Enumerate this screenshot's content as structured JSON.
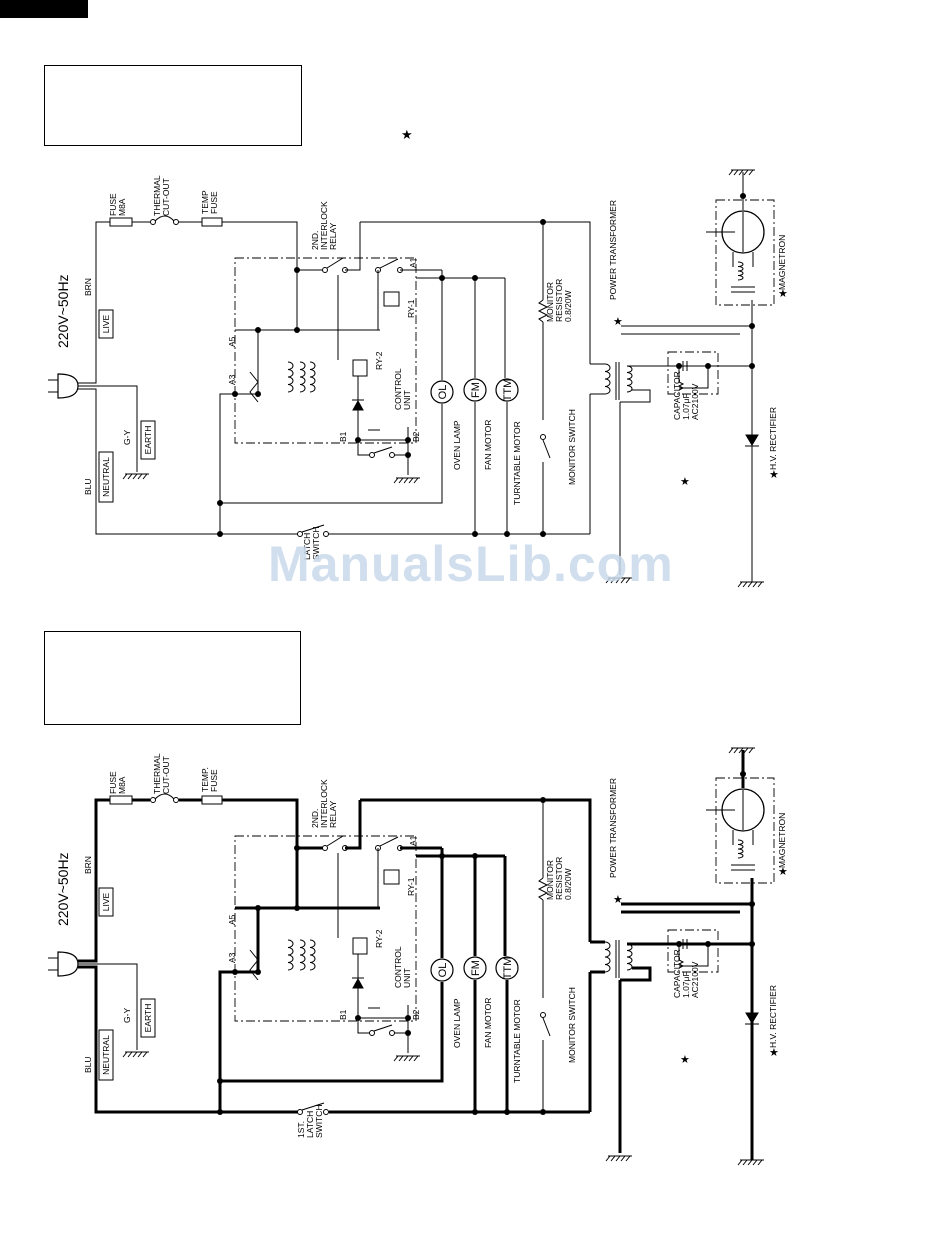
{
  "page": {
    "star": "★",
    "watermark": "ManualsLib.com"
  },
  "labels": {
    "supply": "220V~50Hz",
    "brn": "BRN",
    "blu": "BLU",
    "gy": "G-Y",
    "live": "LIVE",
    "neutral": "NEUTRAL",
    "earth": "EARTH",
    "fuse": [
      "FUSE",
      "M8A"
    ],
    "thermal": [
      "THERMAL",
      "CUT-OUT"
    ],
    "temp_fuse_top": [
      "TEMP",
      "FUSE"
    ],
    "temp_fuse_bottom": [
      "TEMP.",
      "FUSE"
    ],
    "interlock": [
      "2ND.",
      "INTERLOCK",
      "RELAY"
    ],
    "a1": "A1",
    "a3": "A3",
    "a5": "A5",
    "b1": "B1",
    "b2": "B2",
    "ry1": "RY-1",
    "ry2": "RY-2",
    "control_unit": [
      "CONTROL",
      "UNIT"
    ],
    "ol": "OL",
    "fm": "FM",
    "ttm": "TTM",
    "oven_lamp": "OVEN LAMP",
    "fan_motor": "FAN MOTOR",
    "turntable_motor": "TURNTABLE MOTOR",
    "monitor_resistor": [
      "MONITOR",
      "RESISTOR",
      "0.8/20W"
    ],
    "monitor_switch": "MONITOR SWITCH",
    "power_transformer": "POWER TRANSFORMER",
    "capacitor": [
      "CAPACITOR",
      "1.07μF",
      "AC2100V"
    ],
    "magnetron": "MAGNETRON",
    "hv_rectifier": "H.V. RECTIFIER",
    "latch_top": [
      "LATCH",
      "SWITCH"
    ],
    "latch_bottom": [
      "1ST.",
      "LATCH",
      "SWITCH"
    ]
  }
}
